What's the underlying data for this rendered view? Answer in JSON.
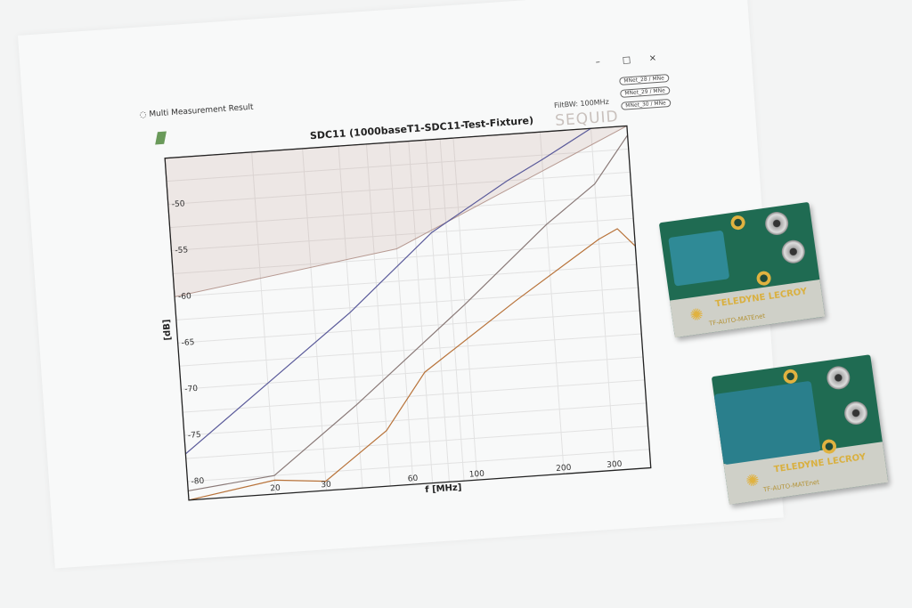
{
  "window": {
    "title": "Multi Measurement Result",
    "controls": [
      "–",
      "□",
      "×"
    ]
  },
  "chart_data": {
    "type": "line",
    "title": "SDC11 (1000baseT1-SDC11-Test-Fixture)",
    "annotation": "FiltBW: 100MHz",
    "logo": "SEQUID",
    "xlabel": "f [MHz]",
    "ylabel": "[dB]",
    "xscale": "log",
    "xlim": [
      10,
      400
    ],
    "ylim": [
      -82,
      -45
    ],
    "xticks": [
      20,
      30,
      60,
      100,
      200,
      300
    ],
    "yticks": [
      -80,
      -75,
      -70,
      -65,
      -60,
      -55,
      -50
    ],
    "grid": true,
    "legend_position": "top-right outside",
    "limit_line": {
      "x": [
        10,
        60,
        400
      ],
      "y": [
        -60,
        -56.5,
        -45
      ],
      "fill": "above"
    },
    "series": [
      {
        "name": "MNet_28 / MNe",
        "color": "#5a5a9a",
        "x": [
          10,
          20,
          40,
          80,
          150,
          200,
          300
        ],
        "y": [
          -77,
          -70,
          -63,
          -55,
          -50,
          -48,
          -45
        ]
      },
      {
        "name": "MNet_29 / MNe",
        "color": "#8a7a78",
        "x": [
          10,
          20,
          40,
          100,
          200,
          300,
          400
        ],
        "y": [
          -81,
          -80,
          -73,
          -63,
          -55,
          -51,
          -46
        ]
      },
      {
        "name": "MNet_30 / MNe",
        "color": "#b8733a",
        "x": [
          10,
          20,
          30,
          50,
          70,
          150,
          300,
          350,
          400
        ],
        "y": [
          -82,
          -80.5,
          -81,
          -76,
          -70,
          -63,
          -57,
          -56,
          -58
        ]
      }
    ]
  },
  "boards": [
    {
      "brand": "TELEDYNE LECROY",
      "model": "TF-AUTO-MATEnet"
    },
    {
      "brand": "TELEDYNE LECROY",
      "model": "TF-AUTO-MATEnet"
    }
  ]
}
